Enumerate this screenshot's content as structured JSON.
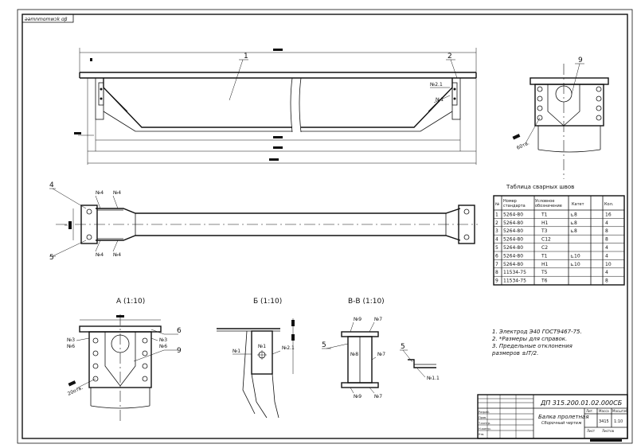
{
  "stamp": {
    "top_left": "əəmnmomwɔk ɑβ"
  },
  "main_view": {
    "callouts": [
      "1",
      "2"
    ],
    "welds": [
      "№2.1",
      "№1"
    ]
  },
  "plan_view": {
    "callouts": [
      "4",
      "5"
    ],
    "welds": [
      "№4",
      "№4",
      "№4",
      "№4"
    ]
  },
  "end_view": {
    "callout": "9",
    "note": "60тв."
  },
  "weld_table": {
    "title": "Таблица сварных швов",
    "headers": [
      "№",
      "Номер стандарта",
      "Условное обозначение",
      "Катет",
      "Кол."
    ],
    "rows": [
      [
        "1",
        "5264-80",
        "Т1",
        "⊾8",
        "16"
      ],
      [
        "2",
        "5264-80",
        "Н1",
        "⊾8",
        "4"
      ],
      [
        "3",
        "5264-80",
        "Т3",
        "⊾8",
        "8"
      ],
      [
        "4",
        "5264-80",
        "С12",
        "",
        "8"
      ],
      [
        "5",
        "5264-80",
        "С2",
        "",
        "4"
      ],
      [
        "6",
        "5264-80",
        "Т1",
        "⊾10",
        "4"
      ],
      [
        "7",
        "5264-80",
        "Н1",
        "⊾10",
        "10"
      ],
      [
        "8",
        "11534-75",
        "Т5",
        "",
        "4"
      ],
      [
        "9",
        "11534-75",
        "Т6",
        "",
        "8"
      ]
    ]
  },
  "section_a": {
    "title": "А (1:10)",
    "callouts": [
      "6",
      "9"
    ],
    "welds": [
      "№3",
      "№6",
      "№3",
      "№6"
    ],
    "note": "20отв."
  },
  "section_b": {
    "title": "Б (1:10)",
    "welds": [
      "№1",
      "№1",
      "№2.1"
    ]
  },
  "section_vv": {
    "title": "В-В (1:10)",
    "callouts": [
      "5",
      "5"
    ],
    "welds": [
      "№9",
      "№7",
      "№8",
      "№7",
      "№9",
      "№7",
      "№1.1"
    ]
  },
  "notes": [
    "1. Электрод Э40 ГОСТ9467-75.",
    "2. *Размеры для справок.",
    "3. Предельные отклонения",
    "размеров ±IT/2."
  ],
  "title_block": {
    "designation": "ДП 315.200.01.02.000СБ",
    "name": "Балка пролетная",
    "subtitle": "Сборочный чертеж",
    "col_headers": [
      "Лит.",
      "Масса",
      "Масштаб"
    ],
    "mass": "3415",
    "scale": "1:10",
    "sheet": "Лист",
    "sheets": "Листов",
    "roles": [
      "Разраб.",
      "Пров.",
      "Т.контр.",
      "Н.контр.",
      "Утв."
    ]
  }
}
